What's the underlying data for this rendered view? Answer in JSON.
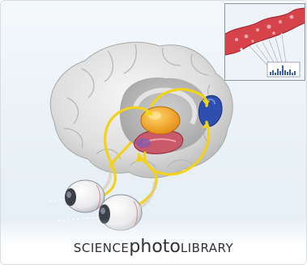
{
  "watermark": {
    "part1": "SCIENCE",
    "part2": "photo",
    "part3": "LIBRARY"
  },
  "colors": {
    "brain": "#dcdcdc",
    "pathway": "#f2d21a",
    "thalamus": "#f0a21e",
    "hippocampus": "#c25060",
    "visual_cortex": "#2f4fb0",
    "inset_tissue": "#d6434a"
  },
  "icons": [
    "brain-illustration",
    "eyeball-left",
    "eyeball-right",
    "optic-pathway",
    "histology-inset",
    "mini-bar-chart"
  ]
}
